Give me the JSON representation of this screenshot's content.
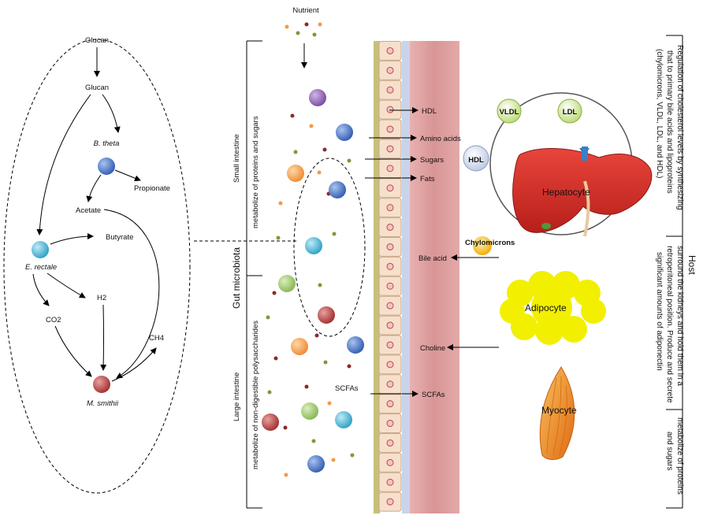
{
  "pathway": {
    "glucan_top": "Glucan",
    "glucan": "Glucan",
    "b_theta": "B. theta",
    "propionate": "Propionate",
    "acetate": "Acetate",
    "butyrate": "Butyrate",
    "e_rectale": "E. rectale",
    "h2": "H2",
    "co2": "CO2",
    "ch4": "CH4",
    "m_smithii": "M. smithii"
  },
  "gut": {
    "nutrient": "Nutrient",
    "small_intestine": "Small intestine",
    "small_intestine_role": "metabolize of proteins and sugars",
    "gut_microbiota": "Gut microbiota",
    "large_intestine": "Large intestine",
    "large_intestine_role": "metabolize of non-digestible polysaccharides",
    "scfas_left": "SCFAs"
  },
  "absorption": {
    "hdl": "HDL",
    "amino_acids": "Amino acids",
    "sugars": "Sugars",
    "fats": "Fats",
    "bile_acid": "Bile acid",
    "choline": "Choline",
    "scfas": "SCFAs"
  },
  "host": {
    "vldl": "VLDL",
    "ldl": "LDL",
    "hdl": "HDL",
    "hepatocyte": "Hepatocyte",
    "chylomicrons": "Chylomicrons",
    "adipocyte": "Adipocyte",
    "myocyte": "Myocyte",
    "host_label": "Host",
    "liver_text_1": "Regulation of cholesterol levels by synthesizing",
    "liver_text_2": "that to primary bile acids and lipoproteins",
    "liver_text_3": "(chylomicrons, VLDL, LDL, and HDL)",
    "adipo_text_1": "surround the kidneys and hold them in a",
    "adipo_text_2": "retroperitoneal position. Produce and secrete",
    "adipo_text_3": "significant amounts of adiponectin",
    "myo_text_1": "metabolize of proteins",
    "myo_text_2": "and sugars"
  },
  "colors": {
    "blue": "#3f6fc4",
    "teal": "#3bb0d0",
    "red": "#b03a3a",
    "orange": "#f39a45",
    "green": "#9cc66a",
    "purple": "#8a5cb0",
    "liver": "#d8312a",
    "adipocyte": "#f2f000",
    "tissue": "#dd9a9a"
  }
}
